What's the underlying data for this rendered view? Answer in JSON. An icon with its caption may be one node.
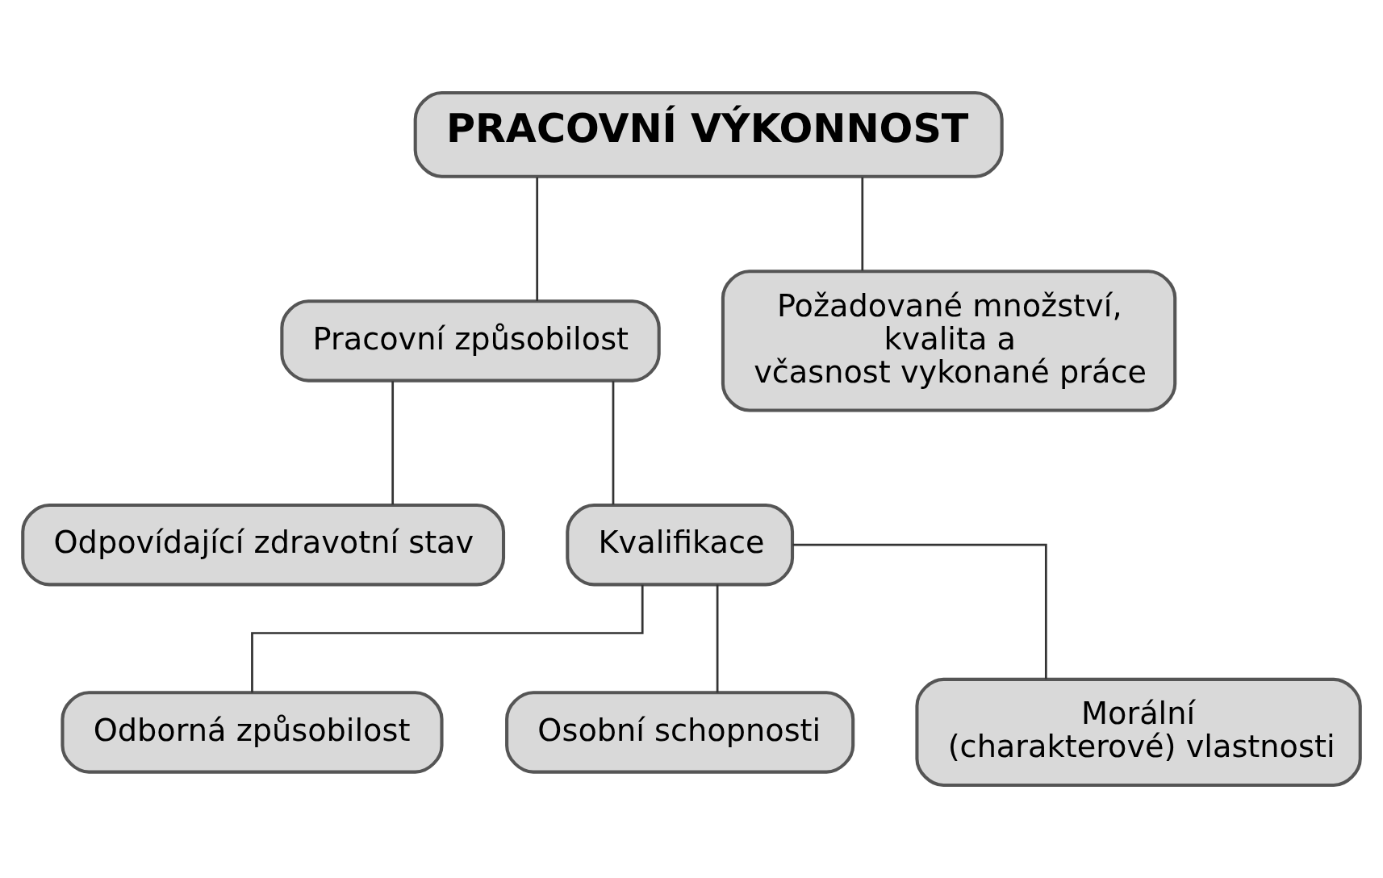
{
  "diagram": {
    "nodes": [
      {
        "text": [
          "PRACOVNÍ VÝKONNOST"
        ]
      },
      {
        "text": [
          "Pracovní způsobilost"
        ]
      },
      {
        "text": [
          "Požadované množství, kvalita a včasnost vykonané práce"
        ]
      },
      {
        "text": [
          "Odpovídající zdravotní stav"
        ]
      },
      {
        "text": [
          "Kvalifikace"
        ]
      },
      {
        "text": [
          "Odborná způsobilost"
        ]
      },
      {
        "text": [
          "Osobní schopnosti"
        ]
      },
      {
        "text": [
          "Morální (charakterové) vlastnosti"
        ]
      }
    ],
    "edges": [
      {
        "from": 0,
        "to": 1,
        "arrow": "none"
      },
      {
        "from": 0,
        "to": 2,
        "arrow": "none"
      },
      {
        "from": 1,
        "to": 3,
        "arrow": "none"
      },
      {
        "from": 1,
        "to": 4,
        "arrow": "none"
      },
      {
        "from": 4,
        "to": 5,
        "arrow": "none"
      },
      {
        "from": 4,
        "to": 6,
        "arrow": "none"
      },
      {
        "from": 4,
        "to": 7,
        "arrow": "none"
      }
    ]
  }
}
